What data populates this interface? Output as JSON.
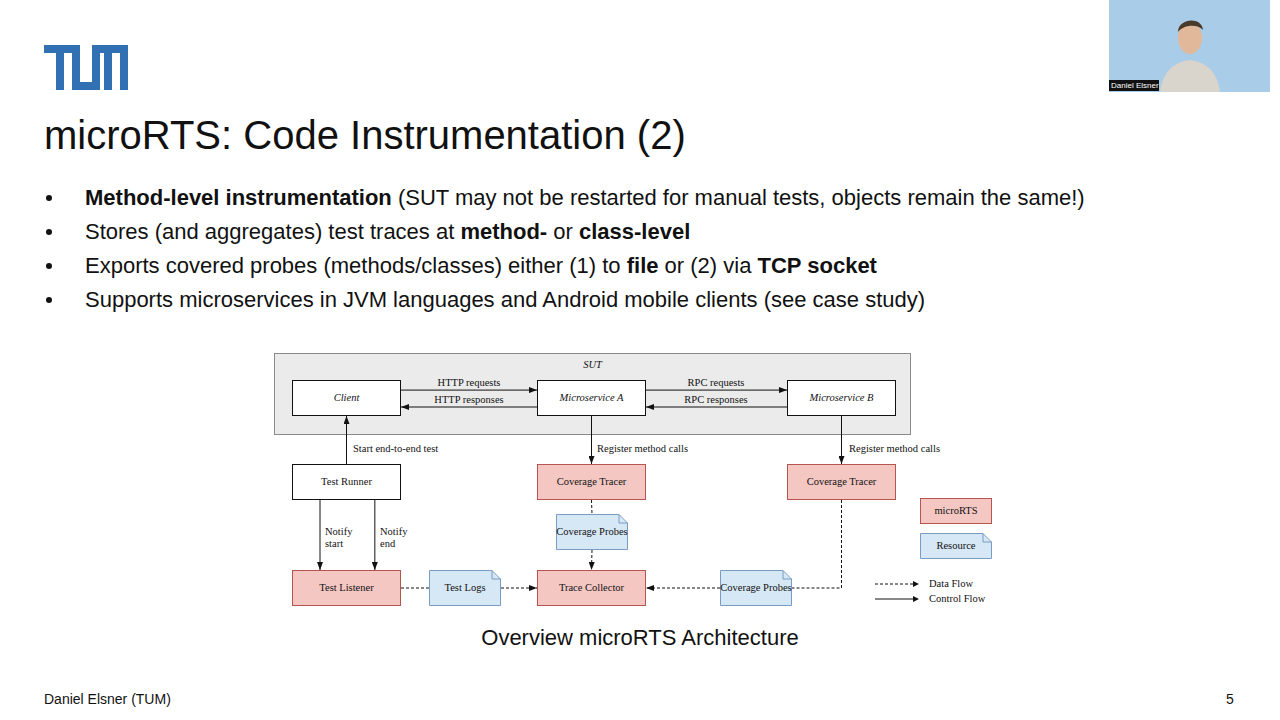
{
  "diagram": {
    "title": "microRTS: Code Instrumentation (2)",
    "caption": "Overview microRTS Architecture",
    "nodes": [
      {
        "text": [
          "SUT"
        ]
      },
      {
        "text": [
          "Client"
        ],
        "in": 0
      },
      {
        "text": [
          "Microservice A"
        ],
        "in": 0
      },
      {
        "text": [
          "Microservice B"
        ],
        "in": 0
      },
      {
        "text": [
          "Test Runner"
        ]
      },
      {
        "text": [
          "Coverage Tracer"
        ]
      },
      {
        "text": [
          "Coverage Tracer"
        ]
      },
      {
        "text": [
          "Coverage Probes"
        ]
      },
      {
        "text": [
          "Test Listener"
        ]
      },
      {
        "text": [
          "Test Logs"
        ]
      },
      {
        "text": [
          "Trace Collector"
        ]
      },
      {
        "text": [
          "Coverage Probes"
        ]
      }
    ],
    "edges": [
      {
        "from": 1,
        "to": 2,
        "label": "HTTP requests",
        "arrow": "to"
      },
      {
        "from": 2,
        "to": 1,
        "label": "HTTP responses",
        "arrow": "to"
      },
      {
        "from": 2,
        "to": 3,
        "label": "RPC requests",
        "arrow": "to"
      },
      {
        "from": 3,
        "to": 2,
        "label": "RPC responses",
        "arrow": "to"
      },
      {
        "from": 4,
        "to": 1,
        "label": "Start end-to-end test",
        "arrow": "to"
      },
      {
        "from": 2,
        "to": 5,
        "label": "Register method calls",
        "arrow": "to"
      },
      {
        "from": 3,
        "to": 6,
        "label": "Register method calls",
        "arrow": "to"
      },
      {
        "from": 4,
        "to": 8,
        "label": "Notify start",
        "arrow": "to"
      },
      {
        "from": 4,
        "to": 8,
        "label": "Notify end",
        "arrow": "to"
      },
      {
        "from": 5,
        "to": 7,
        "arrow": "none"
      },
      {
        "from": 7,
        "to": 10,
        "arrow": "to"
      },
      {
        "from": 8,
        "to": 9,
        "arrow": "none"
      },
      {
        "from": 9,
        "to": 10,
        "arrow": "to"
      },
      {
        "from": 6,
        "to": 11,
        "arrow": "none"
      },
      {
        "from": 11,
        "to": 10,
        "arrow": "to"
      }
    ],
    "labels": [
      "Method-level instrumentation",
      " (SUT may not be restarted for manual tests, objects remain the same!)",
      "Stores (and aggregates) test traces at ",
      "method-",
      " or ",
      "class-level",
      "Exports covered probes (methods/classes) either (1) to ",
      "file",
      " or (2) via ",
      "TCP socket",
      "Supports microservices in JVM languages and Android mobile clients (see case study)",
      "Daniel Elsner (TUM)",
      "5",
      "Daniel Elsner"
    ],
    "legend": [
      {
        "text": "microRTS",
        "color": "#f4c7c3"
      },
      {
        "text": "Resource",
        "color": "#d6e7f5"
      },
      {
        "text": "Data Flow"
      },
      {
        "text": "Control Flow"
      }
    ]
  }
}
